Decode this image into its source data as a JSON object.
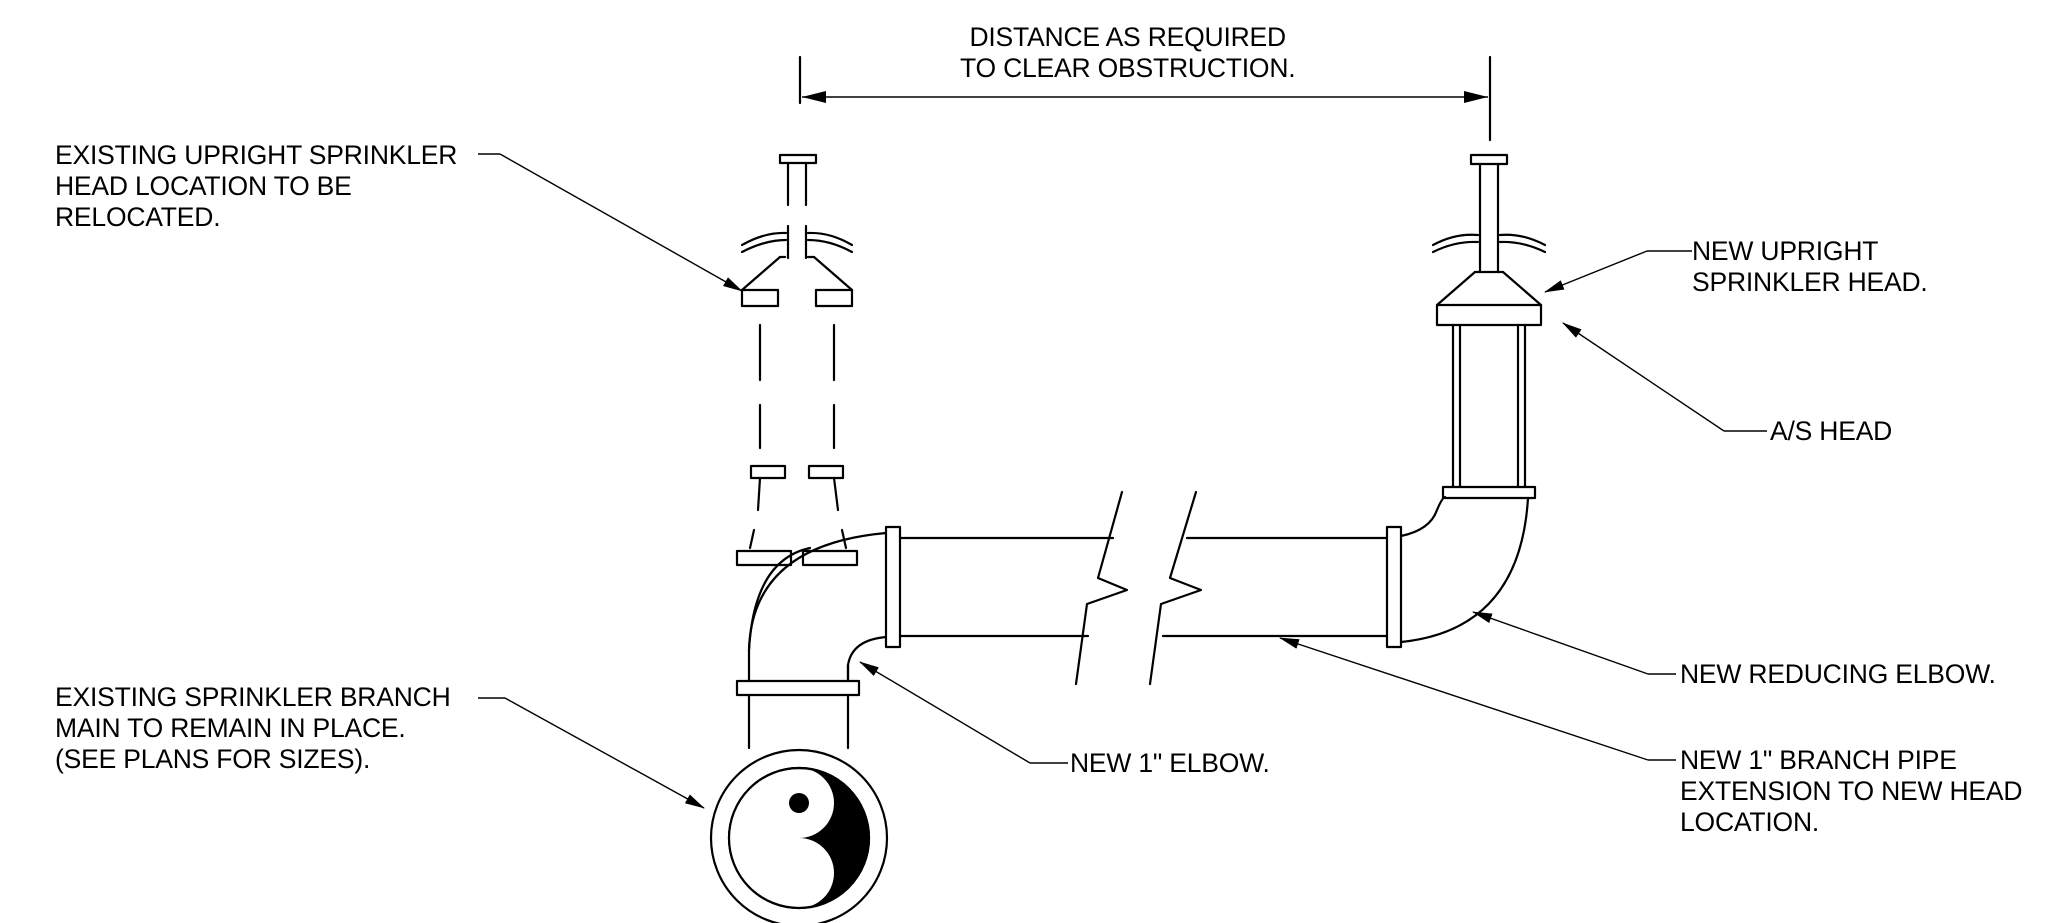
{
  "labels": {
    "dimension": [
      "DISTANCE AS REQUIRED",
      "TO CLEAR OBSTRUCTION."
    ],
    "existing_head": [
      "EXISTING UPRIGHT SPRINKLER",
      "HEAD LOCATION TO BE",
      "RELOCATED."
    ],
    "new_head": [
      "NEW UPRIGHT",
      "SPRINKLER HEAD."
    ],
    "as_head": [
      "A/S HEAD"
    ],
    "reducing_elbow": [
      "NEW REDUCING ELBOW."
    ],
    "branch_main": [
      "EXISTING SPRINKLER BRANCH",
      "MAIN TO REMAIN IN PLACE.",
      "(SEE PLANS FOR SIZES)."
    ],
    "elbow_1in": [
      "NEW 1\" ELBOW."
    ],
    "branch_pipe": [
      "NEW 1\" BRANCH PIPE",
      "EXTENSION TO NEW HEAD",
      "LOCATION."
    ]
  }
}
